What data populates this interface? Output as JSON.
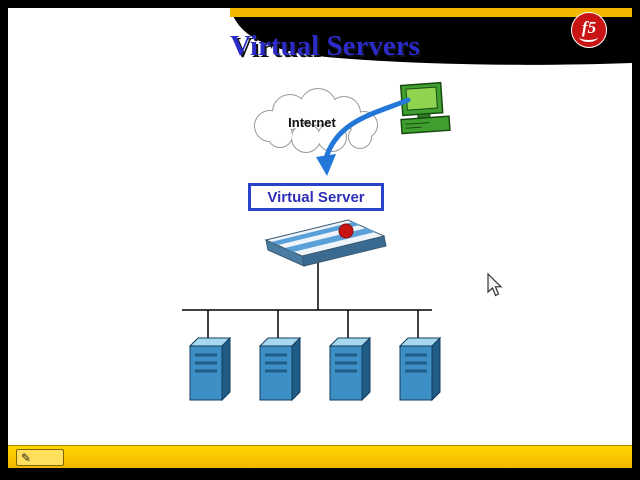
{
  "slide": {
    "title": "Virtual Servers",
    "logo_text": "f5",
    "internet_label": "Internet",
    "virtual_server_label": "Virtual Server",
    "server_count": 4,
    "colors": {
      "accent_yellow": "#f2b800",
      "title_blue": "#2b2bc8",
      "label_blue": "#2f2fb8",
      "box_border_blue": "#2743c8",
      "arrow_blue": "#2277d8",
      "server_front": "#3e8fc6",
      "server_top": "#a8d8ee",
      "server_side": "#1f5c86",
      "logo_red": "#c81414"
    }
  },
  "statusbar": {
    "pen_icon": "✎"
  }
}
